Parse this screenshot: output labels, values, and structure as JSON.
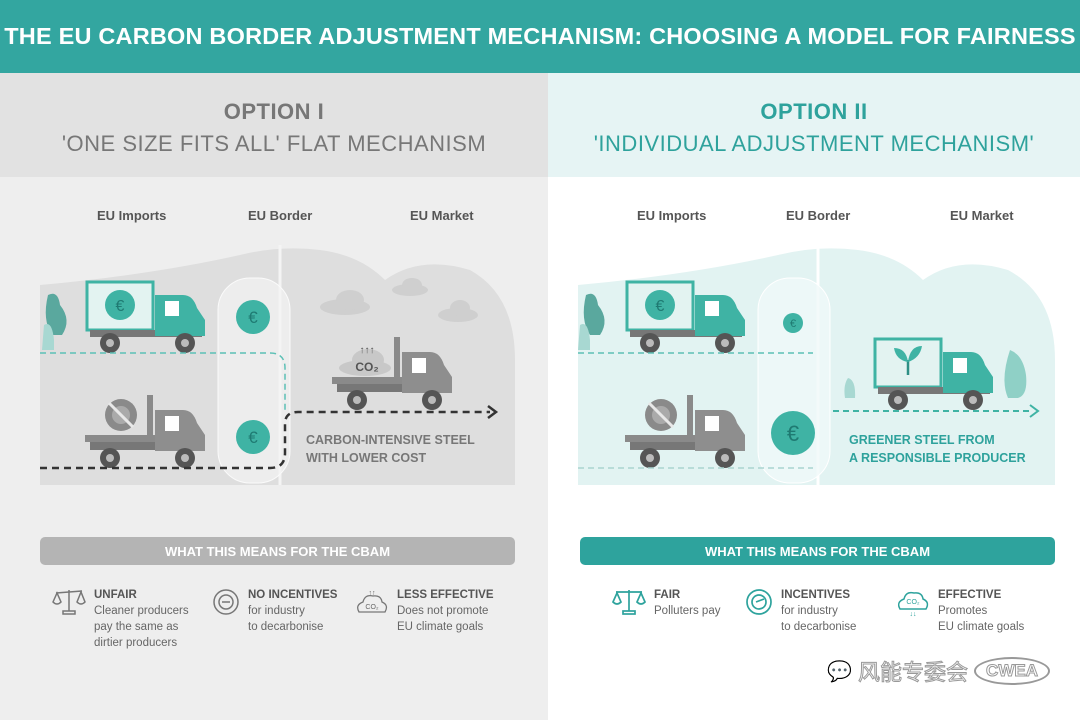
{
  "header": {
    "title": "THE EU CARBON BORDER ADJUSTMENT MECHANISM: CHOOSING A MODEL FOR FAIRNESS"
  },
  "option1": {
    "label": "OPTION I",
    "subtitle": "'ONE SIZE FITS ALL' FLAT MECHANISM",
    "columns": [
      "EU Imports",
      "EU Border",
      "EU Market"
    ],
    "caption": [
      "CARBON-INTENSIVE STEEL",
      "WITH LOWER COST"
    ],
    "co2_label": "CO₂",
    "bar": "WHAT THIS MEANS FOR THE CBAM",
    "items": [
      {
        "title": "UNFAIR",
        "lines": [
          "Cleaner producers",
          "pay the same as",
          "dirtier producers"
        ]
      },
      {
        "title": "NO INCENTIVES",
        "lines": [
          "for industry",
          "to decarbonise"
        ]
      },
      {
        "title": "LESS EFFECTIVE",
        "lines": [
          "Does not promote",
          "EU climate goals"
        ]
      }
    ]
  },
  "option2": {
    "label": "OPTION II",
    "subtitle": "'INDIVIDUAL ADJUSTMENT MECHANISM'",
    "columns": [
      "EU Imports",
      "EU Border",
      "EU Market"
    ],
    "caption": [
      "GREENER STEEL FROM",
      "A RESPONSIBLE PRODUCER"
    ],
    "bar": "WHAT THIS MEANS FOR THE CBAM",
    "items": [
      {
        "title": "FAIR",
        "lines": [
          "Polluters pay"
        ]
      },
      {
        "title": "INCENTIVES",
        "lines": [
          "for industry",
          "to decarbonise"
        ]
      },
      {
        "title": "EFFECTIVE",
        "lines": [
          "Promotes",
          "EU climate goals"
        ]
      }
    ]
  },
  "icons": {
    "coin": "€",
    "co2_small": "CO₂"
  },
  "watermark": {
    "text": "风能专委会",
    "logo": "CWEA"
  },
  "colors": {
    "teal": "#33a6a0",
    "grey": "#b4b4b4"
  }
}
